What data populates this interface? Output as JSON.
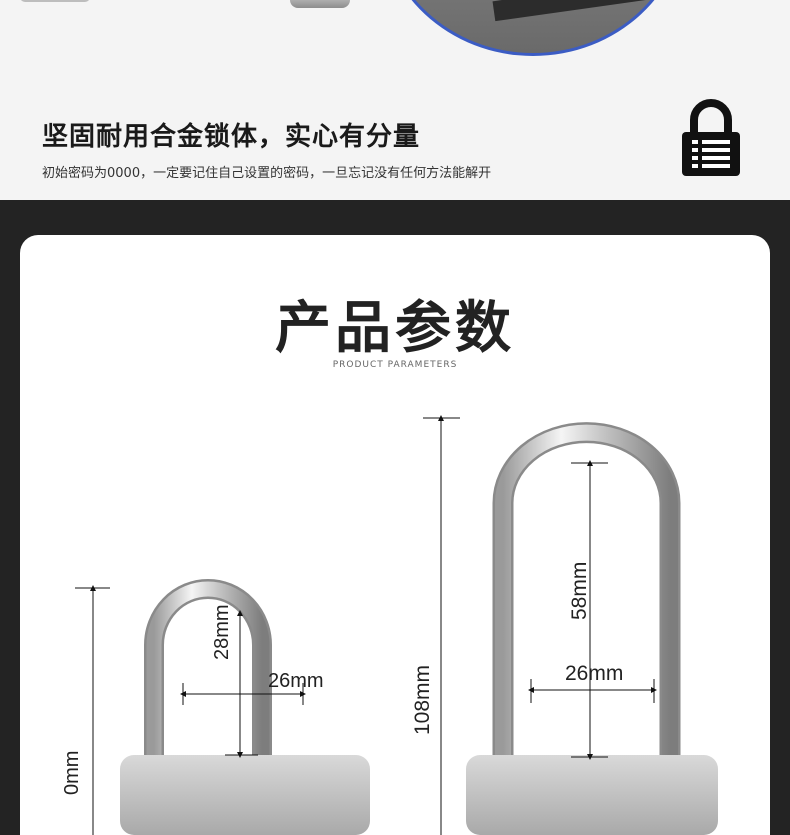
{
  "feature": {
    "headline": "坚固耐用合金锁体，实心有分量",
    "description": "初始密码为0000，一定要记住自己设置的密码，一旦忘记没有任何方法能解开"
  },
  "parameters": {
    "title": "产品参数",
    "subtitle": "PRODUCT PARAMETERS"
  },
  "short_lock": {
    "total_height": "0mm",
    "shackle_height": "28mm",
    "shackle_width": "26mm"
  },
  "long_lock": {
    "total_height": "108mm",
    "shackle_height": "58mm",
    "shackle_width": "26mm"
  },
  "icons": [
    "lock-icon",
    "dimension-arrow-icon"
  ],
  "colors": {
    "dark_background": "#232323",
    "accent_ring": "#3b5cc4",
    "text": "#1a1a1a"
  }
}
